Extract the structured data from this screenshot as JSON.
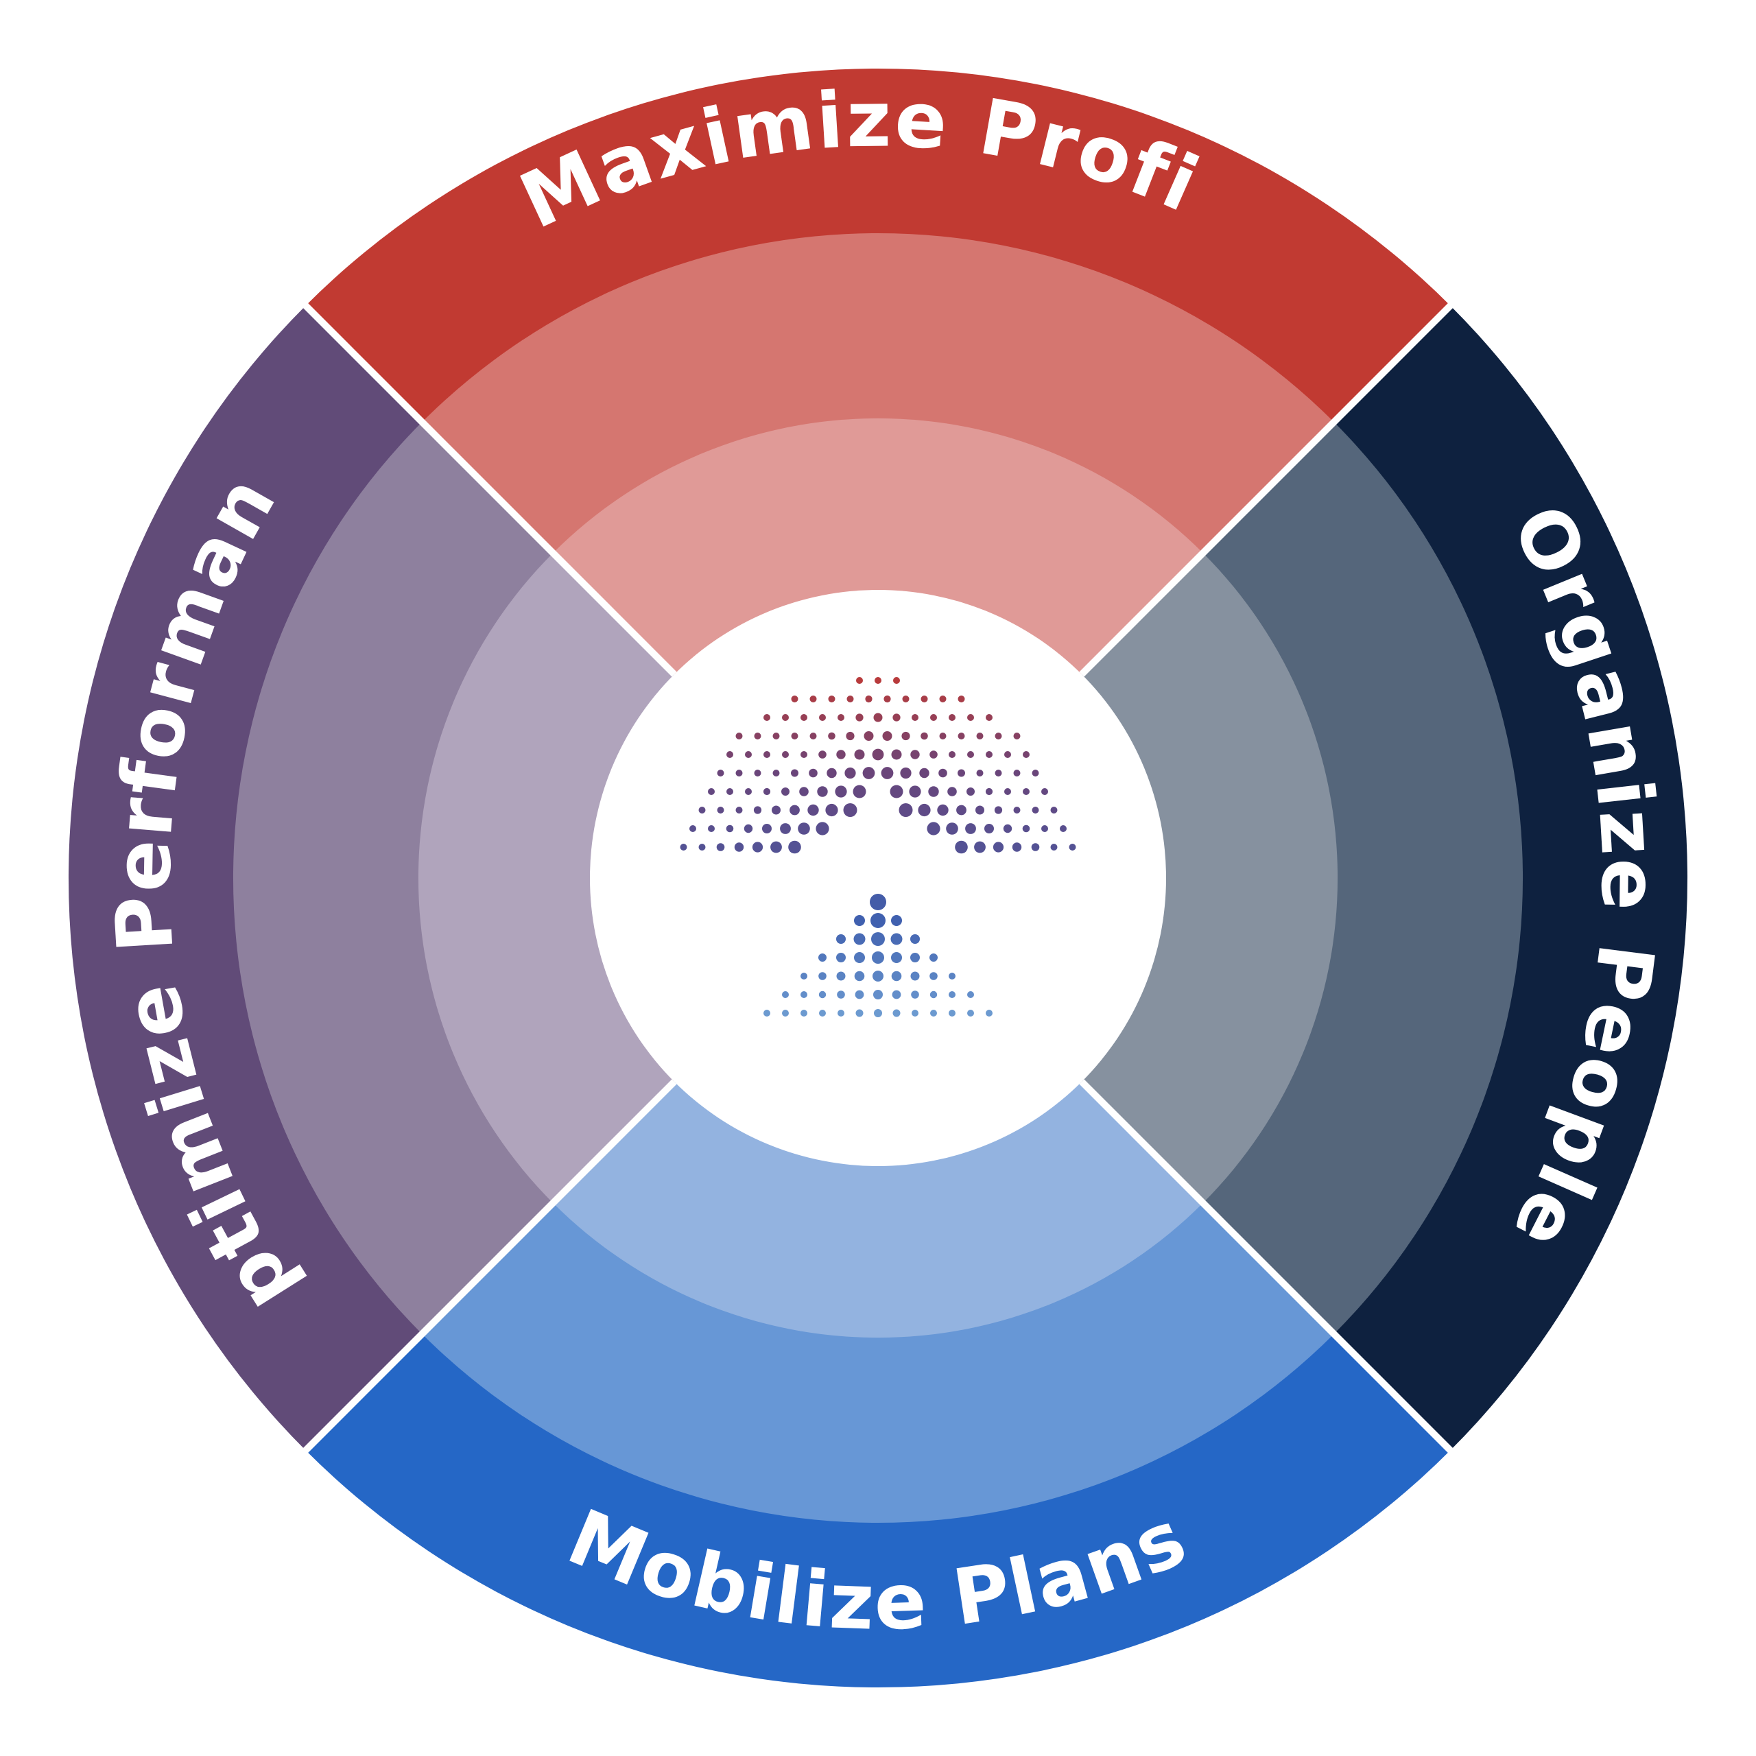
{
  "segments": [
    {
      "key": "top",
      "label": "Maximize Profit",
      "colors": {
        "outer": "#c13a32",
        "middle": "#d57670",
        "inner": "#e09a97"
      }
    },
    {
      "key": "right",
      "label": "Organize People",
      "colors": {
        "outer": "#0e213f",
        "middle": "#55667b",
        "inner": "#86919f"
      }
    },
    {
      "key": "bottom",
      "label": "Mobilize Plans",
      "colors": {
        "outer": "#2567c6",
        "middle": "#6797d6",
        "inner": "#93b3e0"
      }
    },
    {
      "key": "left",
      "label": "Optimize Performance",
      "colors": {
        "outer": "#614b78",
        "middle": "#8e809e",
        "inner": "#b0a4bc"
      }
    }
  ],
  "center": {
    "icon": "double-chevron-dot-logo-icon",
    "colors": {
      "top": "#bf3a36",
      "middle": "#6b4478",
      "lower": "#3f5fae",
      "bottom": "#8ec6ea"
    },
    "background": "#ffffff"
  },
  "divider_color": "#ffffff"
}
